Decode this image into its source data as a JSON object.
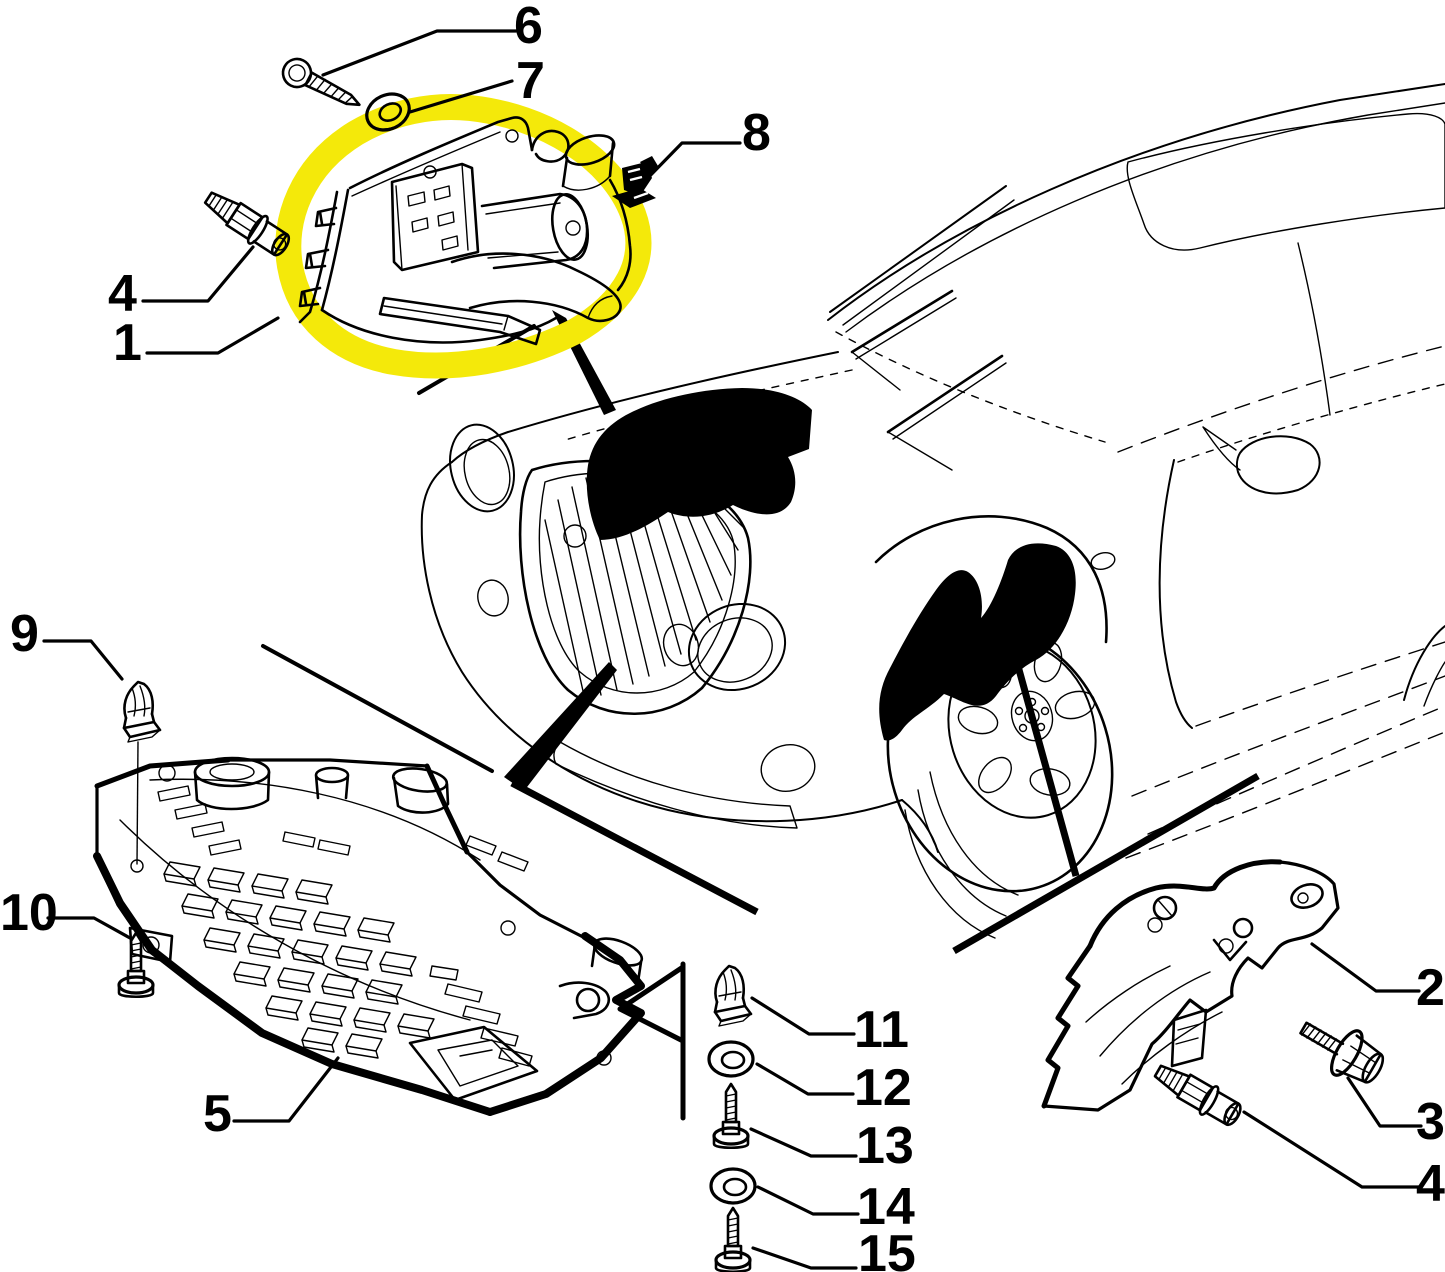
{
  "diagram": {
    "background_color": "#ffffff",
    "line_color": "#000000",
    "highlight_color": "#f4e90a",
    "highlighted_callout": "1",
    "callouts": [
      {
        "label": "1"
      },
      {
        "label": "2"
      },
      {
        "label": "3"
      },
      {
        "label": "4"
      },
      {
        "label": "4"
      },
      {
        "label": "5"
      },
      {
        "label": "6"
      },
      {
        "label": "7"
      },
      {
        "label": "8"
      },
      {
        "label": "9"
      },
      {
        "label": "10"
      },
      {
        "label": "11"
      },
      {
        "label": "12"
      },
      {
        "label": "13"
      },
      {
        "label": "14"
      },
      {
        "label": "15"
      }
    ]
  }
}
